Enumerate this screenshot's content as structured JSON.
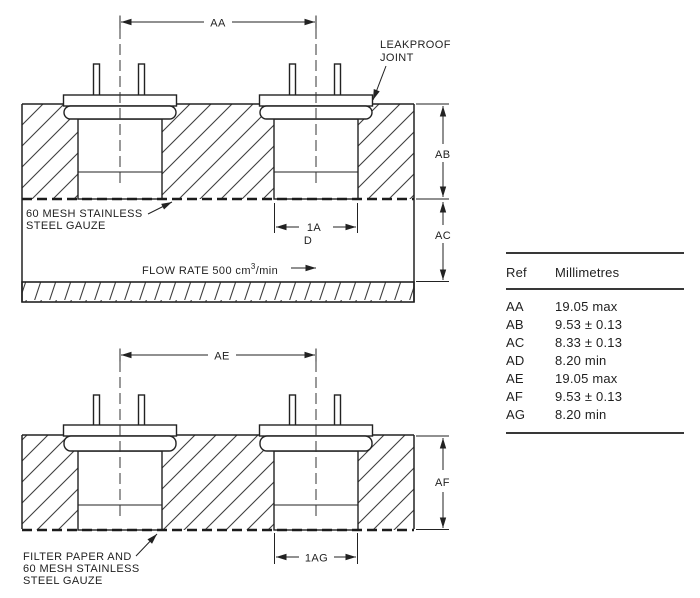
{
  "top_diagram": {
    "dim_aa": "AA",
    "dim_ab": "AB",
    "dim_ac": "AC",
    "dim_ad_line1": "1A",
    "dim_ad_line2": "D",
    "leakproof_line1": "LEAKPROOF",
    "leakproof_line2": "JOINT",
    "gauze_line1": "60 MESH STAINLESS",
    "gauze_line2": "STEEL GAUZE",
    "flow_rate_prefix": "FLOW RATE 500 cm",
    "flow_rate_sup": "3",
    "flow_rate_suffix": "/min"
  },
  "bottom_diagram": {
    "dim_ae": "AE",
    "dim_af": "AF",
    "dim_ag": "1AG",
    "filter_line1": "FILTER PAPER AND",
    "filter_line2": "60 MESH STAINLESS",
    "filter_line3": "STEEL GAUZE"
  },
  "table": {
    "headers": {
      "ref": "Ref",
      "millimetres": "Millimetres"
    },
    "rows": [
      {
        "ref": "AA",
        "value": "19.05 max"
      },
      {
        "ref": "AB",
        "value": "9.53 ± 0.13"
      },
      {
        "ref": "AC",
        "value": "8.33 ± 0.13"
      },
      {
        "ref": "AD",
        "value": "8.20 min"
      },
      {
        "ref": "AE",
        "value": "19.05 max"
      },
      {
        "ref": "AF",
        "value": "9.53 ± 0.13"
      },
      {
        "ref": "AG",
        "value": "8.20 min"
      }
    ]
  },
  "colors": {
    "line": "#222222",
    "hatch": "#3f3f3f",
    "text": "#1f1f1f",
    "background": "#ffffff"
  }
}
